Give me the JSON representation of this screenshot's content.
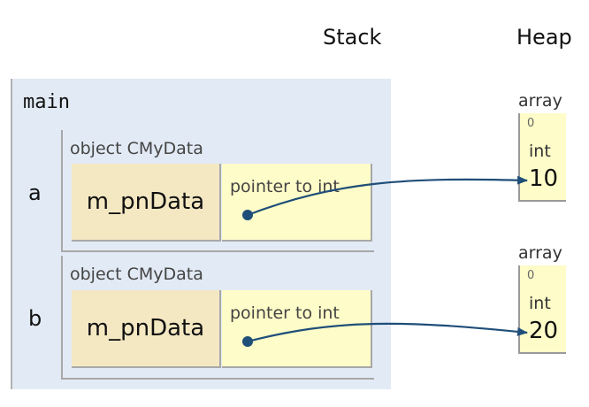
{
  "headers": {
    "stack": "Stack",
    "heap": "Heap"
  },
  "frame": {
    "name": "main"
  },
  "variables": [
    {
      "name": "a",
      "object_label": "object CMyData",
      "field_name": "m_pnData",
      "field_type": "pointer to int"
    },
    {
      "name": "b",
      "object_label": "object CMyData",
      "field_name": "m_pnData",
      "field_type": "pointer to int"
    }
  ],
  "heap": [
    {
      "label": "array",
      "index": "0",
      "type": "int",
      "value": "10"
    },
    {
      "label": "array",
      "index": "0",
      "type": "int",
      "value": "20"
    }
  ],
  "colors": {
    "frame_bg": "#e2eaf5",
    "field_name_bg": "#f4e8c2",
    "field_value_bg": "#fefcc8",
    "arrow": "#1f4e79"
  }
}
